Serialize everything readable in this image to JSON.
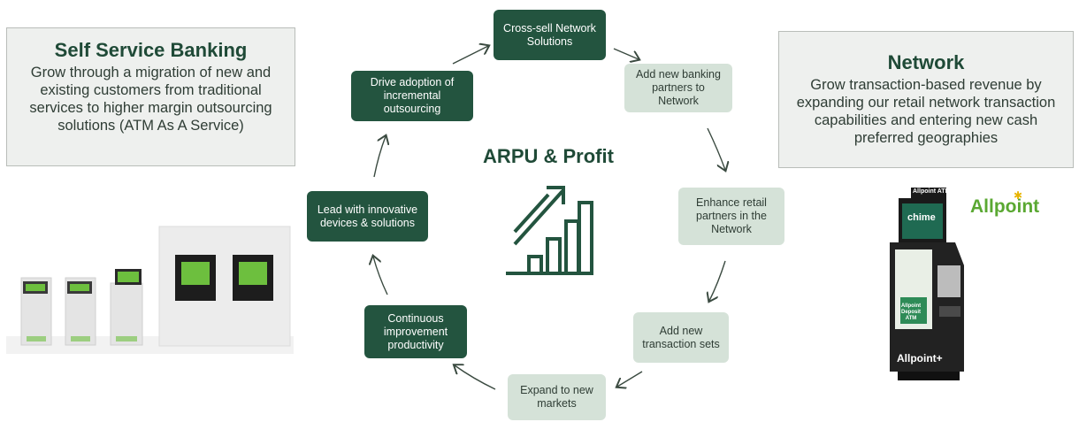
{
  "left_panel": {
    "title": "Self Service Banking",
    "body": "Grow through a migration of new and existing customers from traditional services  to higher margin outsourcing solutions (ATM As A Service)"
  },
  "right_panel": {
    "title": "Network",
    "body": "Grow transaction-based revenue by expanding our retail network transaction capabilities and entering new cash preferred geographies"
  },
  "center": {
    "title": "ARPU & Profit"
  },
  "cycle": [
    {
      "label": "Cross-sell Network Solutions",
      "style": "dark"
    },
    {
      "label": "Add new banking partners to Network",
      "style": "light"
    },
    {
      "label": "Enhance retail partners in the Network",
      "style": "light"
    },
    {
      "label": "Add new transaction sets",
      "style": "light"
    },
    {
      "label": "Expand to new markets",
      "style": "light"
    },
    {
      "label": "Continuous improvement productivity",
      "style": "dark"
    },
    {
      "label": "Lead with innovative  devices & solutions",
      "style": "dark"
    },
    {
      "label": "Drive adoption of incremental outsourcing",
      "style": "dark"
    }
  ],
  "brand": {
    "logo": "Allpoint",
    "kiosk_screen": "chime",
    "kiosk_topper": "Allpoint ATM",
    "kiosk_panel": "Allpoint Deposit ATM",
    "kiosk_base": "Allpoint+"
  },
  "colors": {
    "dark_green": "#23543f",
    "light_green": "#d5e2d8",
    "accent_green": "#6dbf3e"
  }
}
